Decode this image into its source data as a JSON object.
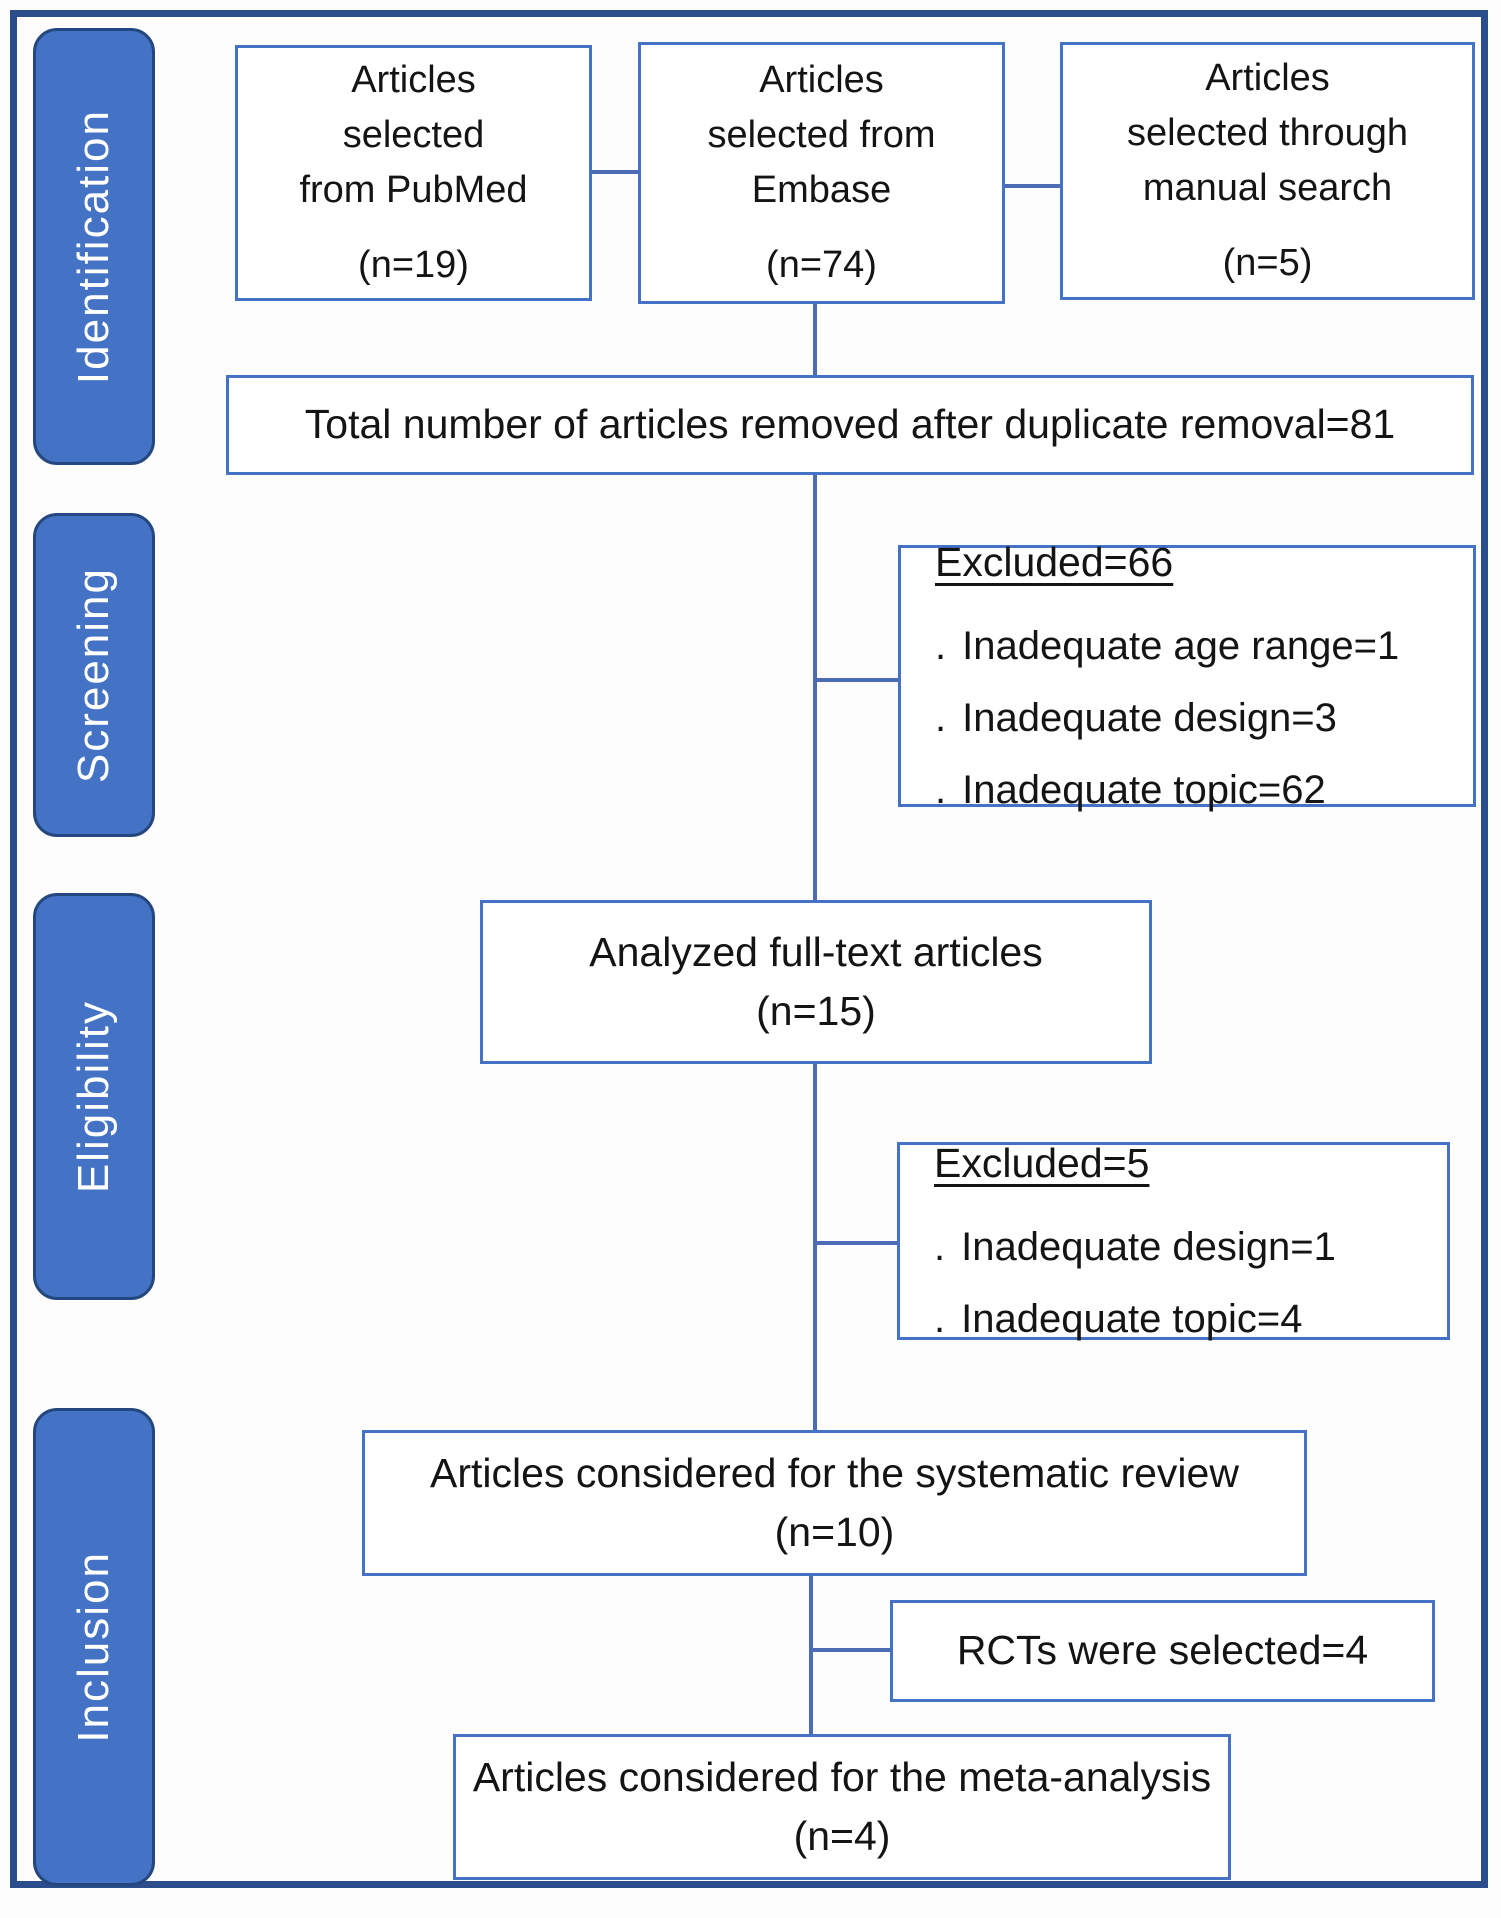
{
  "diagram_title": "PRISMA article selection flow diagram",
  "sidebar": {
    "stages": [
      {
        "label": "Identification"
      },
      {
        "label": "Screening"
      },
      {
        "label": "Eligibility"
      },
      {
        "label": "Inclusion"
      }
    ]
  },
  "flow": {
    "pubmed": {
      "lines": [
        "Articles",
        "selected",
        "from PubMed"
      ],
      "count": "(n=19)"
    },
    "embase": {
      "lines": [
        "Articles",
        "selected from",
        "Embase"
      ],
      "count": "(n=74)"
    },
    "manual": {
      "lines": [
        "Articles",
        "selected through",
        "manual search"
      ],
      "count": "(n=5)"
    },
    "total": {
      "text": "Total number of articles removed after duplicate removal=81"
    },
    "excluded_screening": {
      "heading": "Excluded=66",
      "bullet": ".",
      "items": [
        "Inadequate age range=1",
        "Inadequate design=3",
        "Inadequate topic=62"
      ]
    },
    "analyzed": {
      "line1": "Analyzed full-text articles",
      "count": "(n=15)"
    },
    "excluded_eligibility": {
      "heading": "Excluded=5",
      "bullet": ".",
      "items": [
        "Inadequate design=1",
        "Inadequate topic=4"
      ]
    },
    "systematic": {
      "line1": "Articles considered for the systematic review",
      "count": "(n=10)"
    },
    "rct": {
      "text": "RCTs were selected=4"
    },
    "meta": {
      "line1": "Articles considered for the meta-analysis",
      "count": "(n=4)"
    }
  },
  "colors": {
    "stage_pill_fill": "#4472C4",
    "stage_pill_border": "#24477F",
    "box_border": "#4472C4",
    "connector": "#4C6CB3",
    "outer_frame": "#2B4D8C",
    "stage_text": "#FFFFFF",
    "text": "#141414",
    "background": "#FDFDFD"
  }
}
